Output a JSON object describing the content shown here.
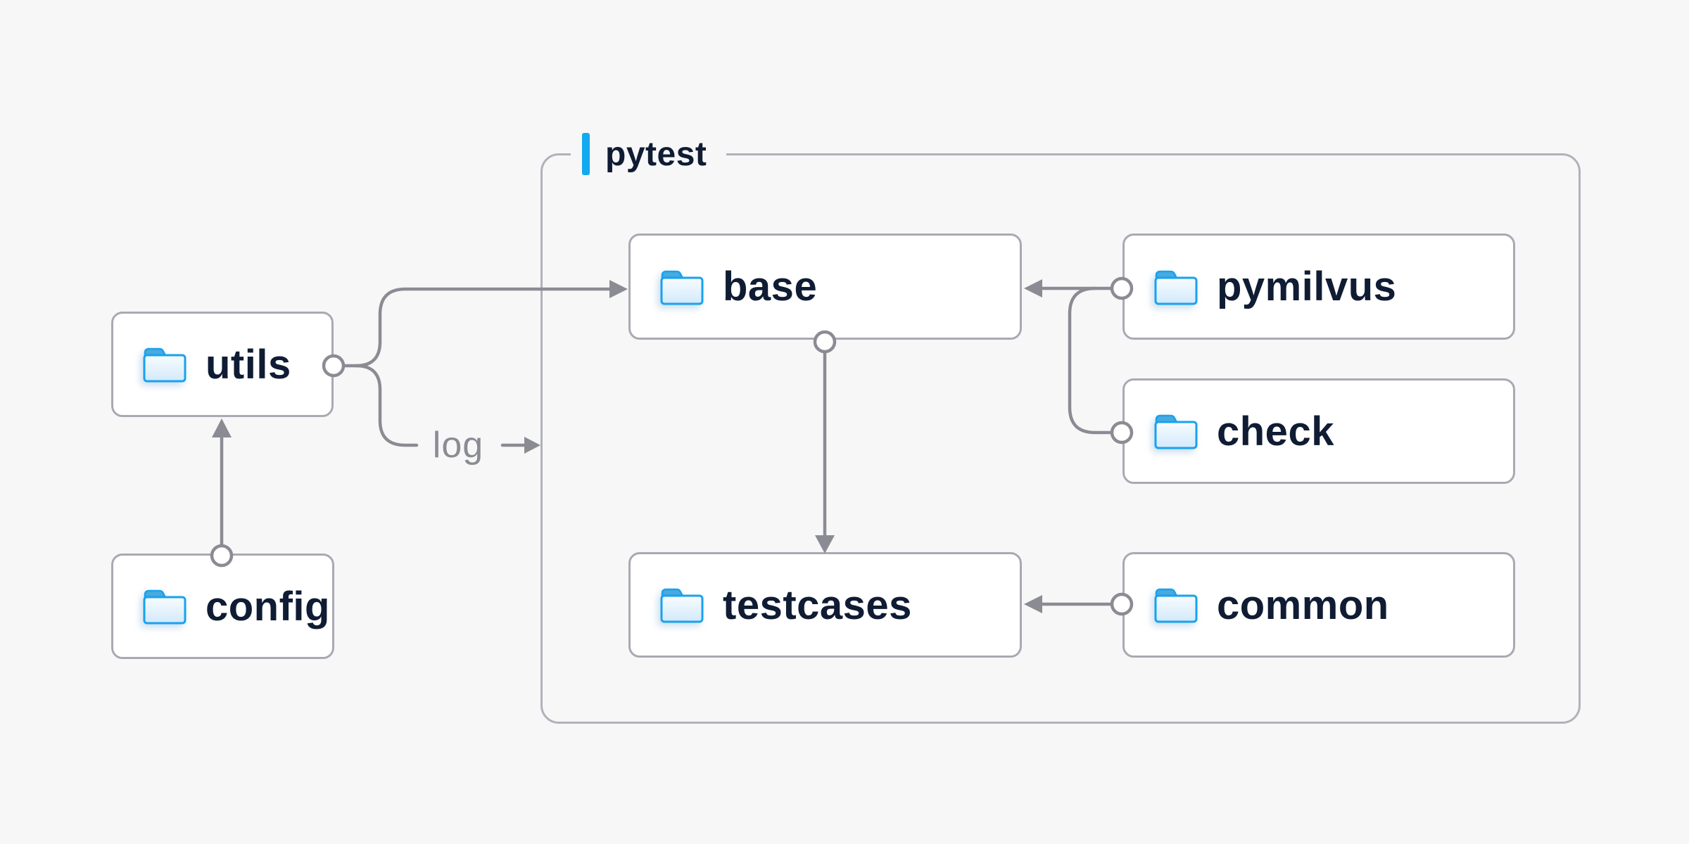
{
  "diagram": {
    "group": {
      "label": "pytest",
      "children": [
        "base",
        "pymilvus",
        "check",
        "testcases",
        "common"
      ]
    },
    "nodes": {
      "utils": "utils",
      "config": "config",
      "base": "base",
      "pymilvus": "pymilvus",
      "check": "check",
      "testcases": "testcases",
      "common": "common"
    },
    "edges": [
      {
        "from": "config",
        "to": "utils"
      },
      {
        "from": "utils",
        "to": "base"
      },
      {
        "from": "utils",
        "to": "pytest",
        "label": "log"
      },
      {
        "from": "base",
        "to": "testcases"
      },
      {
        "from": "pymilvus",
        "to": "base"
      },
      {
        "from": "check",
        "to": "base"
      },
      {
        "from": "common",
        "to": "testcases"
      }
    ],
    "icons": {
      "node_icon": "folder-icon"
    },
    "colors": {
      "background": "#f7f7f8",
      "node_border": "#a9a9b3",
      "group_border": "#b1b1bb",
      "connector": "#8b8b94",
      "node_text": "#0f1c33",
      "edge_label_text": "#8b8b94",
      "accent_blue": "#12a9f0",
      "folder_stroke": "#17a2ef",
      "folder_tab": "#4aa9dd",
      "folder_face_top": "#f8fcff",
      "folder_face_bottom": "#d2e9fa"
    }
  }
}
